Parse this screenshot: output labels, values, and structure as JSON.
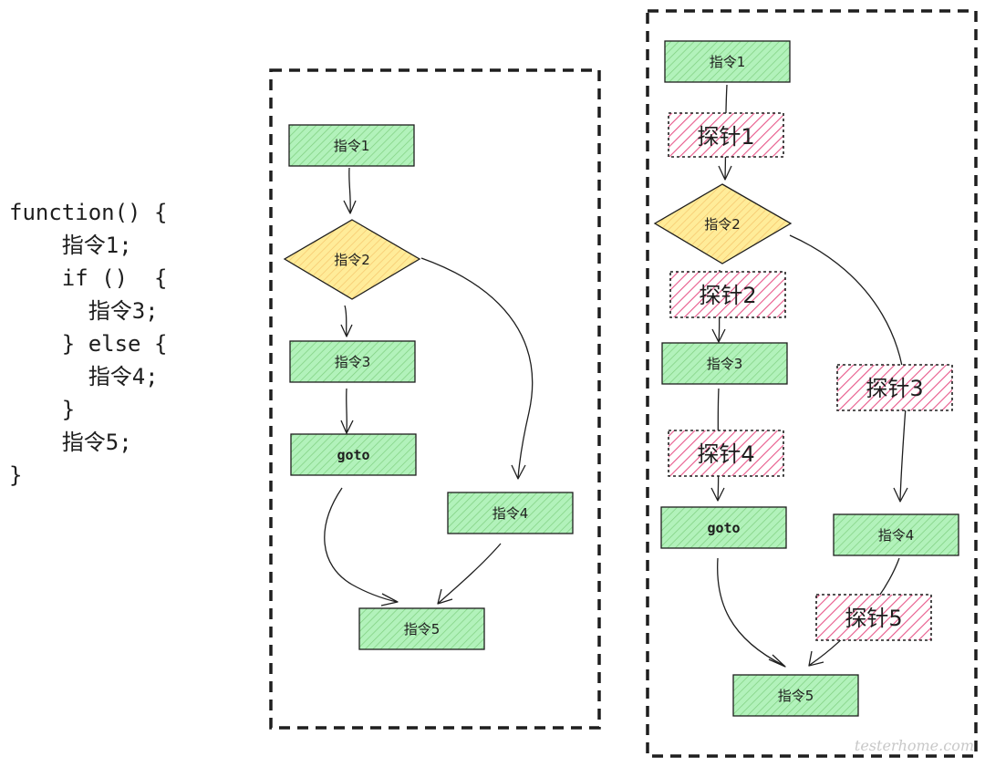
{
  "colors": {
    "instruction_fill": "#b2f2bb",
    "instruction_hatch": "#7fcf7f",
    "decision_fill": "#ffec99",
    "decision_hatch": "#f5c56b",
    "probe_fill": "#ffffff",
    "probe_hatch": "#e8588a",
    "stroke": "#1e1e1e"
  },
  "code": [
    "function() {",
    "    指令1;",
    "    if ()  {",
    "      指令3;",
    "    } else {",
    "      指令4;",
    "    }",
    "    指令5;",
    "}"
  ],
  "diagram_original": {
    "nodes": {
      "i1": "指令1",
      "i2": "指令2",
      "i3": "指令3",
      "go": "goto",
      "i4": "指令4",
      "i5": "指令5"
    }
  },
  "diagram_probed": {
    "nodes": {
      "i1": "指令1",
      "i2": "指令2",
      "i3": "指令3",
      "go": "goto",
      "i4": "指令4",
      "i5": "指令5"
    },
    "probes": {
      "p1": "探针1",
      "p2": "探针2",
      "p3": "探针3",
      "p4": "探针4",
      "p5": "探针5"
    }
  },
  "watermark": "testerhome.com"
}
